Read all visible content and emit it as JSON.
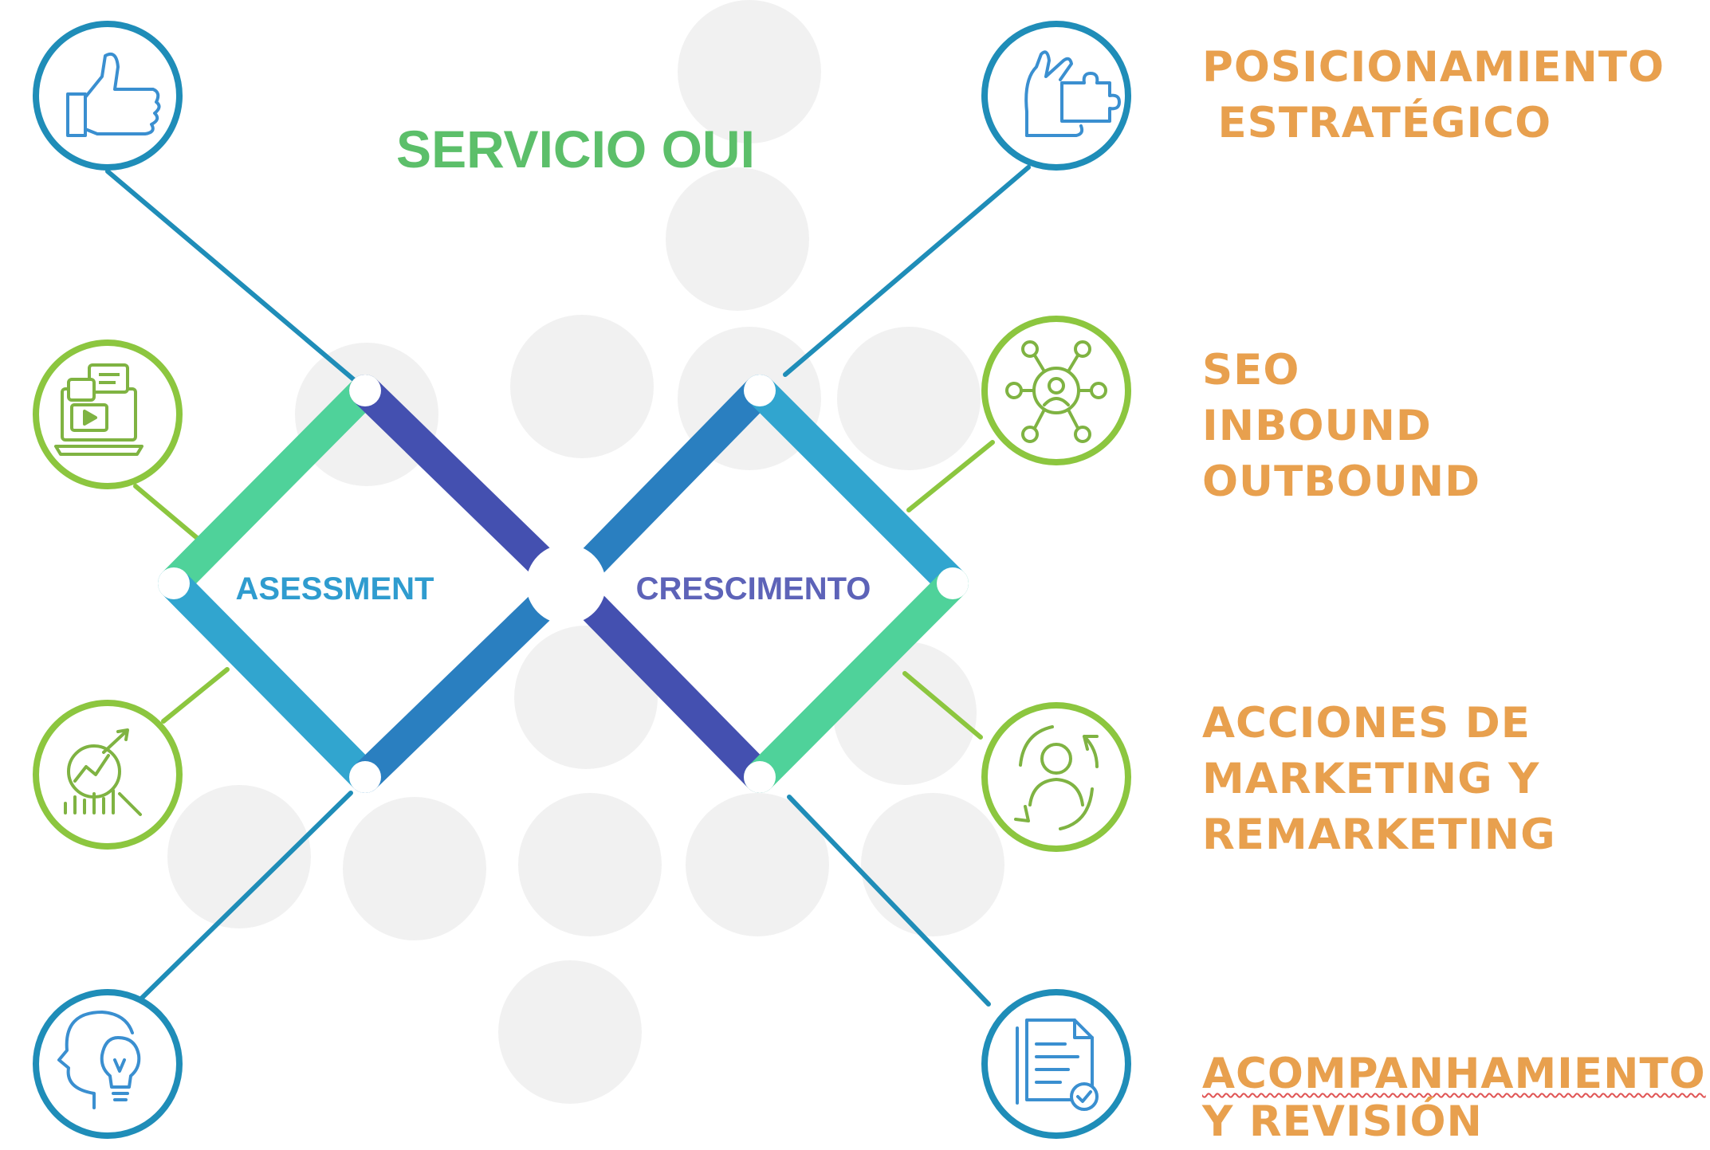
{
  "title": "SERVICIO OUI",
  "center_left": "ASESSMENT",
  "center_right": "CRESCIMENTO",
  "colors": {
    "title": "#5cbf6a",
    "center_left": "#2f9ccf",
    "center_right": "#5d63b8",
    "label": "#e8a04e",
    "line_blue": "#1f8db8",
    "line_green": "#8cc63f",
    "band_green": "#4fd29a",
    "band_indigo": "#4450b0",
    "band_teal": "#31a5cf",
    "band_blue": "#2a7fc0"
  },
  "left_icons": [
    {
      "name": "thumbs-up-icon",
      "ring": "blue"
    },
    {
      "name": "media-screen-icon",
      "ring": "green"
    },
    {
      "name": "analytics-chart-icon",
      "ring": "green"
    },
    {
      "name": "head-lightbulb-icon",
      "ring": "blue"
    }
  ],
  "right_icons": [
    {
      "name": "hand-puzzle-icon",
      "ring": "blue"
    },
    {
      "name": "network-person-icon",
      "ring": "green"
    },
    {
      "name": "person-cycle-icon",
      "ring": "green"
    },
    {
      "name": "document-checklist-icon",
      "ring": "blue"
    }
  ],
  "labels": [
    {
      "lines": [
        "POSICIONAMIENTO",
        " ESTRATÉGICO"
      ]
    },
    {
      "lines": [
        "SEO",
        "INBOUND",
        "OUTBOUND"
      ]
    },
    {
      "lines": [
        "ACCIONES DE",
        "MARKETING Y",
        "REMARKETING"
      ]
    },
    {
      "lines": [
        "ACOMPANHAMIENTO",
        "Y REVISIÓN"
      ]
    }
  ]
}
